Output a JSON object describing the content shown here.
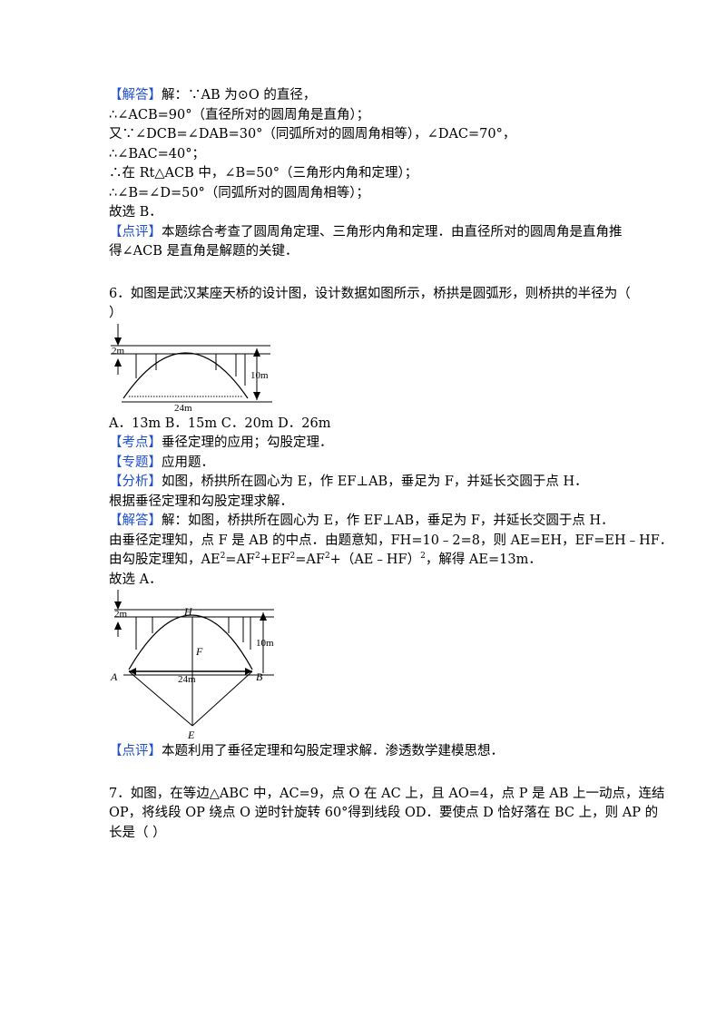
{
  "q5_solution": {
    "line1_tag": "【解答】",
    "line1_text": "解：∵AB 为⊙O 的直径，",
    "line2": "∴∠ACB=90°（直径所对的圆周角是直角）；",
    "line3": "又∵∠DCB=∠DAB=30°（同弧所对的圆周角相等），∠DAC=70°，",
    "line4": "∴∠BAC=40°；",
    "line5": "∴在 Rt△ACB 中，∠B=50°（三角形内角和定理）；",
    "line6": "∴∠B=∠D=50°（同弧所对的圆周角相等）；",
    "line7": "故选 B．",
    "comment_tag": "【点评】",
    "comment_text1": "本题综合考查了圆周角定理、三角形内角和定理．由直径所对的圆周角是直角推",
    "comment_text2": "得∠ACB 是直角是解题的关键．"
  },
  "q6": {
    "question_line1": "6．如图是武汉某座天桥的设计图，设计数据如图所示，桥拱是圆弧形，则桥拱的半径为（",
    "question_line2": "）",
    "figure1": {
      "label_2m": "2m",
      "label_10m": "10m",
      "label_24m": "24m"
    },
    "options": "A．13m  B．15m  C．20m  D．26m",
    "kaodian_tag": "【考点】",
    "kaodian_text": "垂径定理的应用；勾股定理．",
    "zhuanti_tag": "【专题】",
    "zhuanti_text": "应用题．",
    "fenxi_tag": "【分析】",
    "fenxi_text1": "如图，桥拱所在圆心为 E，作 EF⊥AB，垂足为 F，并延长交圆于点 H．",
    "fenxi_text2": "根据垂径定理和勾股定理求解．",
    "jieda_tag": "【解答】",
    "jieda_text1": "解：如图，桥拱所在圆心为 E，作 EF⊥AB，垂足为 F，并延长交圆于点 H．",
    "jieda_text2": "由垂径定理知，点 F 是 AB 的中点．由题意知，FH=10﹣2=8，则 AE=EH，EF=EH﹣HF．",
    "jieda_text3_a": "由勾股定理知，AE",
    "jieda_text3_sup1": "2",
    "jieda_text3_b": "=AF",
    "jieda_text3_sup2": "2",
    "jieda_text3_c": "+EF",
    "jieda_text3_sup3": "2",
    "jieda_text3_d": "=AF",
    "jieda_text3_sup4": "2",
    "jieda_text3_e": "+（AE﹣HF）",
    "jieda_text3_sup5": "2",
    "jieda_text3_f": "，解得 AE=13m．",
    "jieda_text4": "故选 A．",
    "figure2": {
      "label_2m": "2m",
      "label_10m": "10m",
      "label_24m": "24m",
      "label_H": "H",
      "label_F": "F",
      "label_A": "A",
      "label_B": "B",
      "label_E": "E"
    },
    "comment_tag": "【点评】",
    "comment_text": "本题利用了垂径定理和勾股定理求解．渗透数学建模思想．"
  },
  "q7": {
    "line1": "7．如图，在等边△ABC 中，AC=9，点 O 在 AC 上，且 AO=4，点 P 是 AB 上一动点，连结",
    "line2": "OP，将线段 OP 绕点 O 逆时针旋转 60°得到线段 OD．要使点 D 恰好落在 BC 上，则 AP 的",
    "line3": "长是（    ）"
  }
}
